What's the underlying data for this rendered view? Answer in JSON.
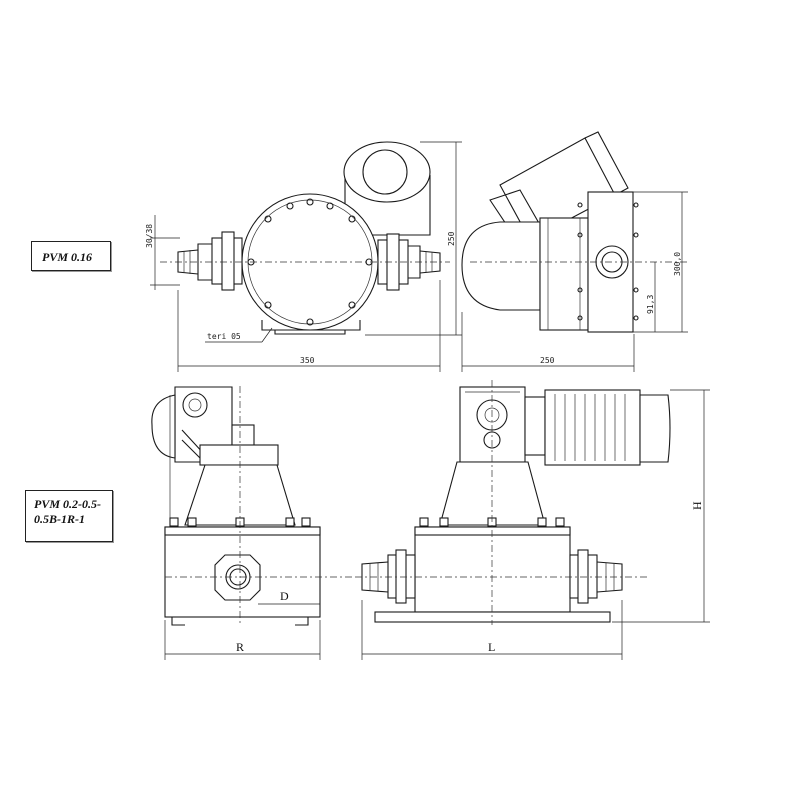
{
  "labels": {
    "model_top": "PVM 0.16",
    "model_bottom_line1": "PVM 0.2-0.5-",
    "model_bottom_line2": "0.5B-1R-1"
  },
  "dimensions": {
    "pipe": "30/38",
    "height_left": "250",
    "width_left": "350",
    "width_right": "250",
    "height_right": "300,0",
    "axis_height": "91,3",
    "hole_note": "teri 05",
    "R": "R",
    "D": "D",
    "L": "L",
    "H": "H"
  },
  "colors": {
    "line": "#1a1a1a",
    "background": "#ffffff"
  }
}
